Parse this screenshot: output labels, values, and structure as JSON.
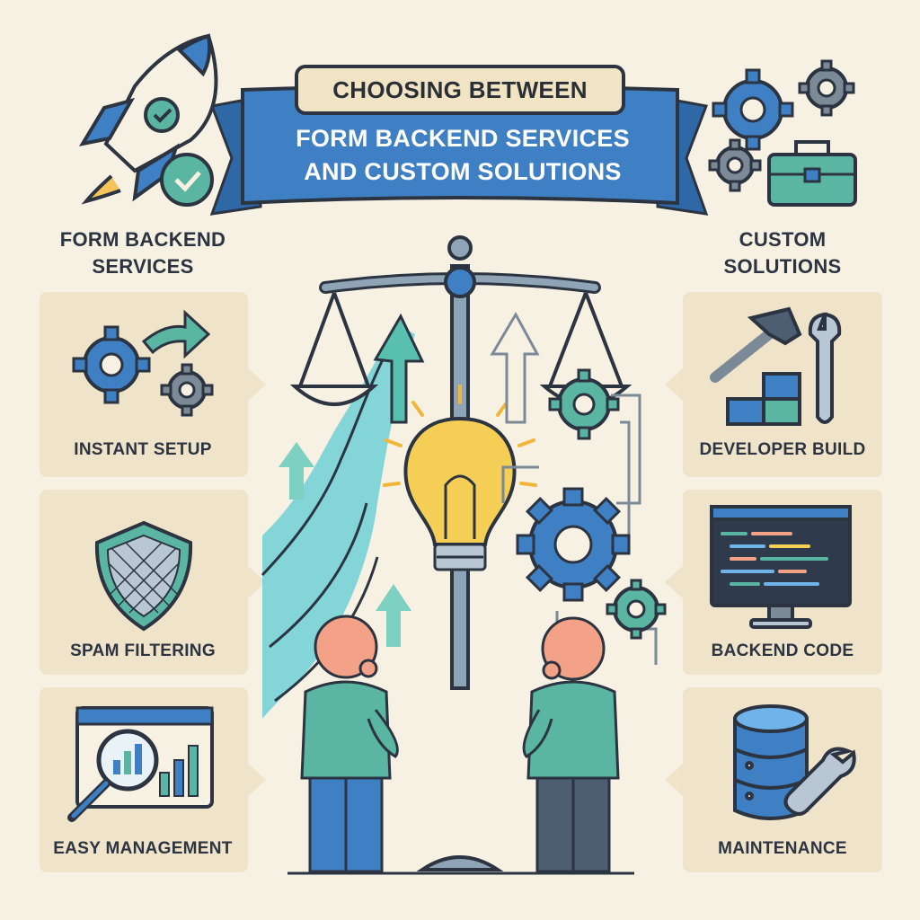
{
  "banner": {
    "top": "CHOOSING BETWEEN",
    "main_line1": "FORM BACKEND SERVICES",
    "main_line2": "AND CUSTOM SOLUTIONS"
  },
  "left": {
    "heading_line1": "FORM BACKEND",
    "heading_line2": "SERVICES",
    "cards": [
      {
        "label": "INSTANT SETUP",
        "icon": "gears-arrow-icon"
      },
      {
        "label": "SPAM FILTERING",
        "icon": "shield-mesh-icon"
      },
      {
        "label": "EASY MANAGEMENT",
        "icon": "dashboard-magnifier-icon"
      }
    ]
  },
  "right": {
    "heading_line1": "CUSTOM",
    "heading_line2": "SOLUTIONS",
    "cards": [
      {
        "label": "DEVELOPER BUILD",
        "icon": "hammer-wrench-icon"
      },
      {
        "label": "BACKEND CODE",
        "icon": "code-monitor-icon"
      },
      {
        "label": "MAINTENANCE",
        "icon": "database-wrench-icon"
      }
    ]
  },
  "colors": {
    "background": "#f7f1e3",
    "card": "#efe3c9",
    "banner_blue": "#3f7fc4",
    "teal": "#5ab5a3",
    "navy": "#2b3440",
    "bulb_yellow": "#f5cf55"
  }
}
